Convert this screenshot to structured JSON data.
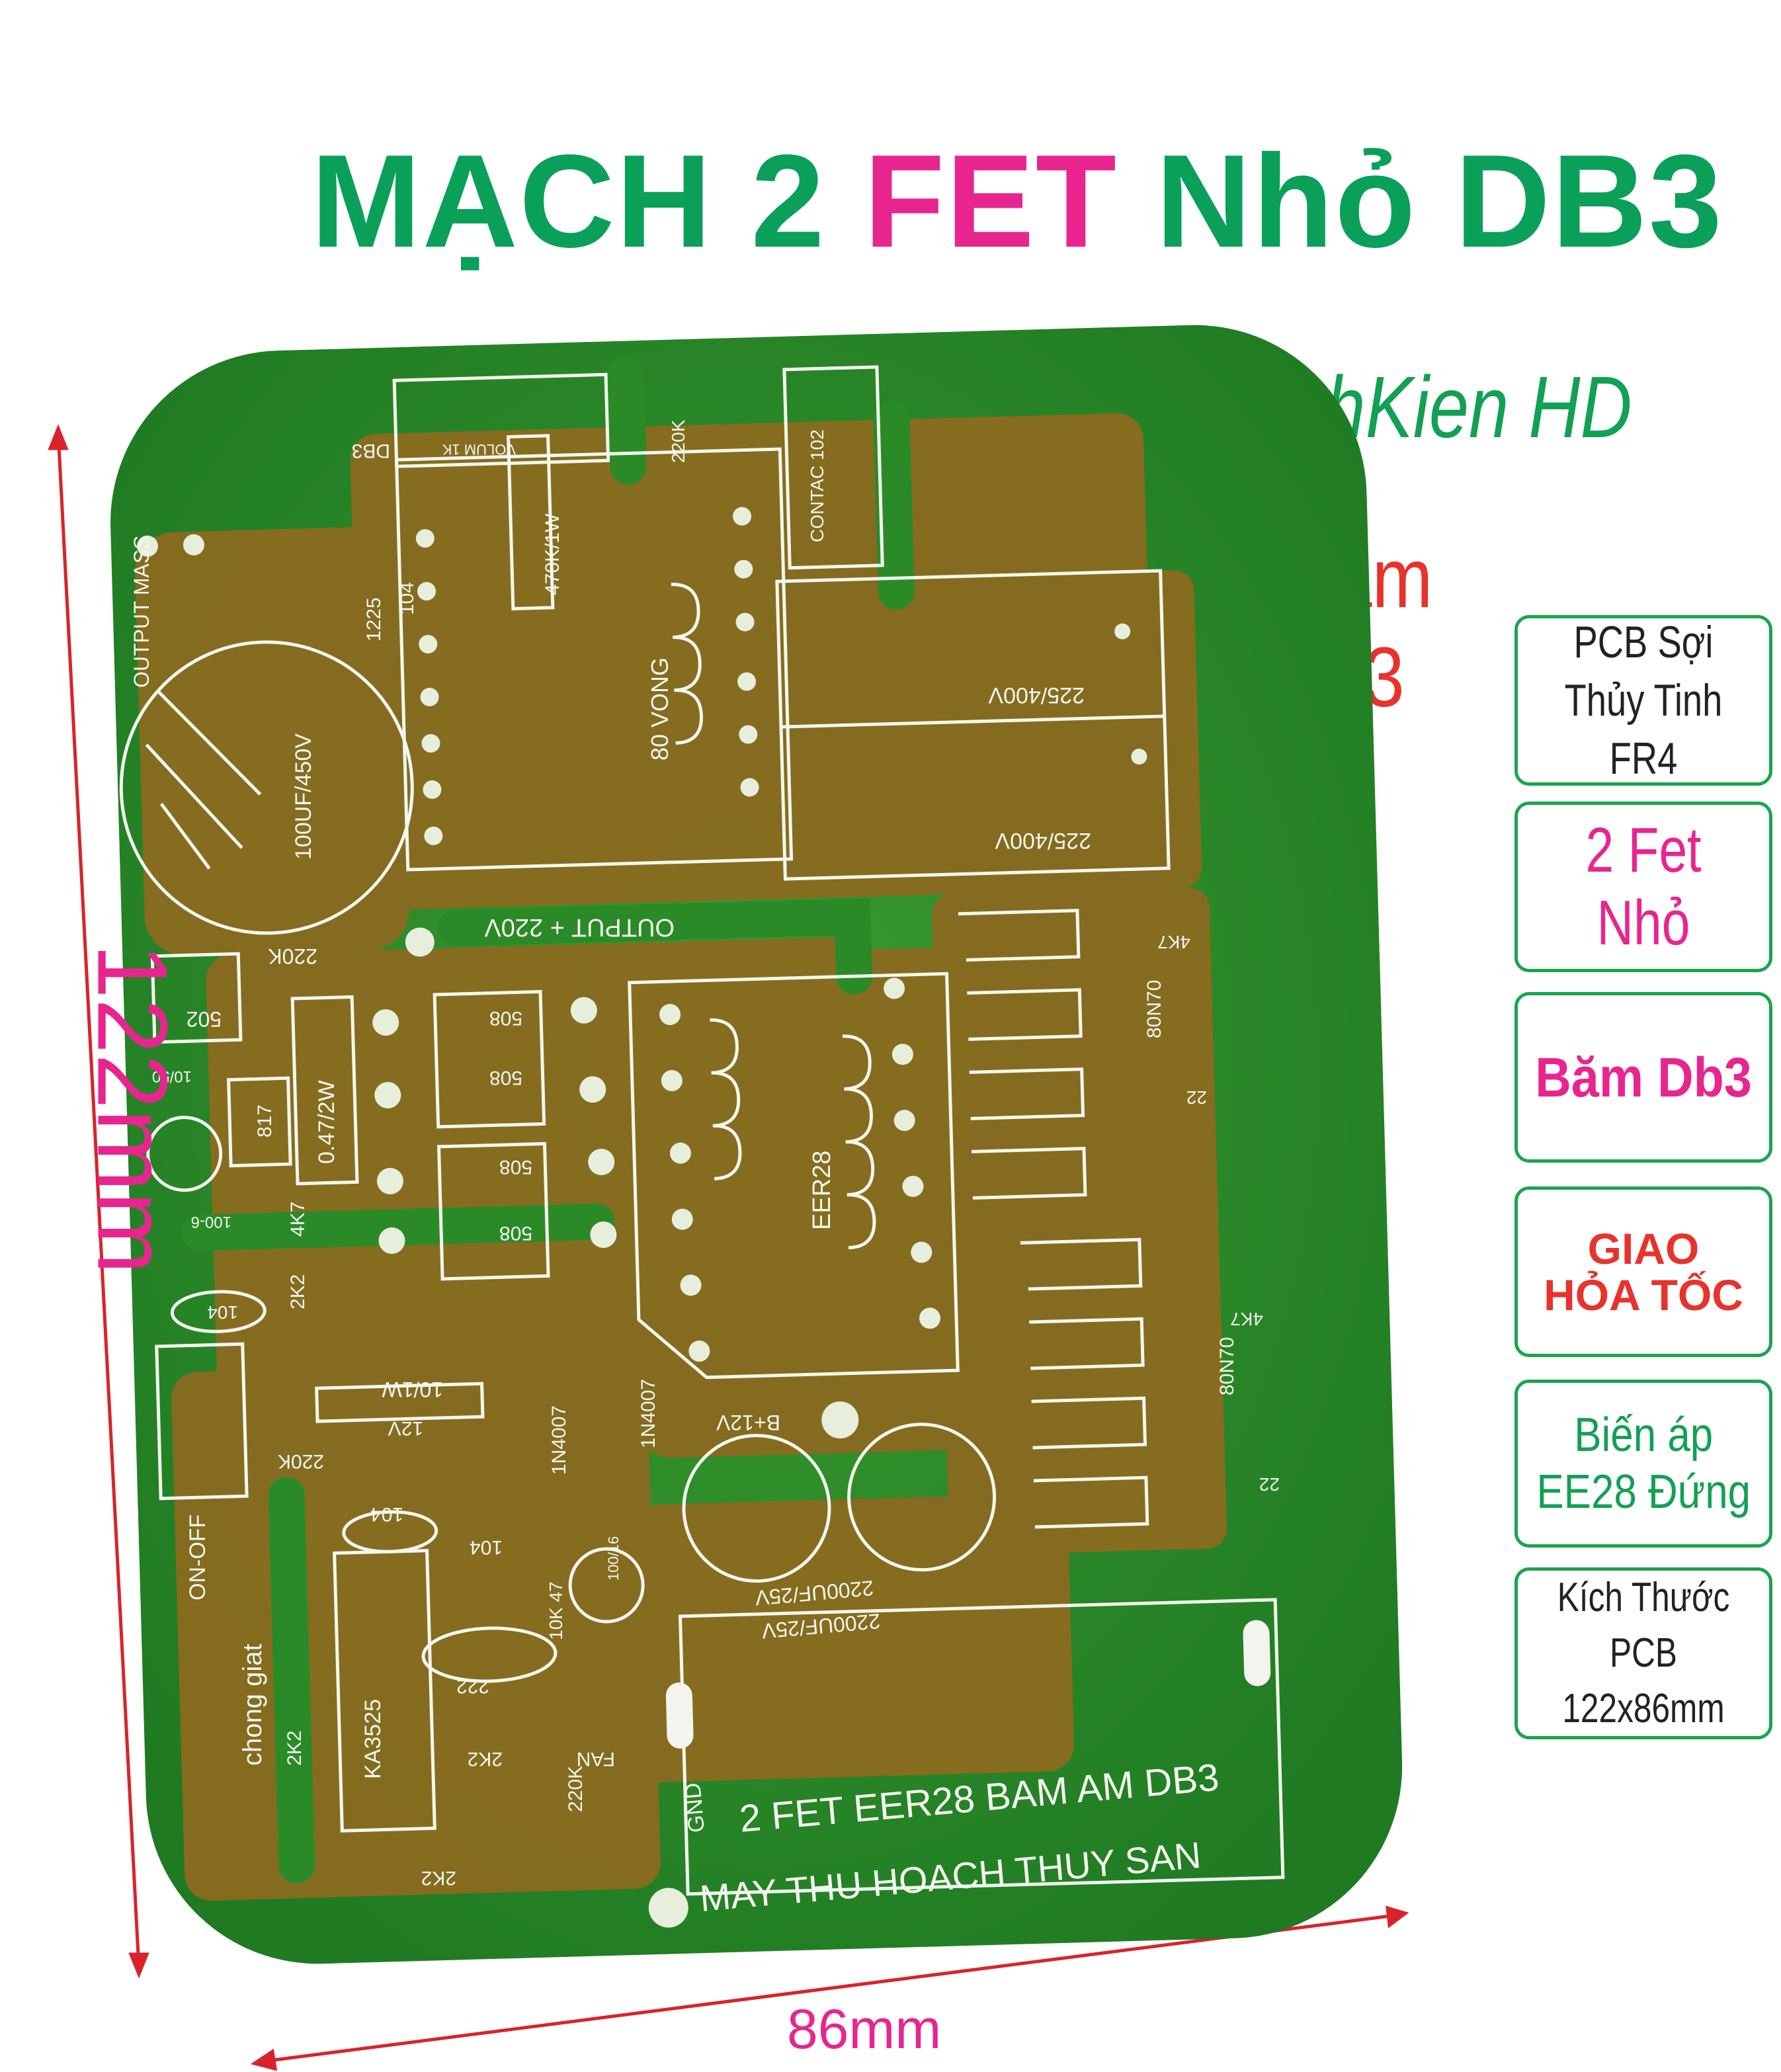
{
  "title": {
    "part1": "MẠCH 2 ",
    "part2": "FET",
    "part3": " Nhỏ DB3"
  },
  "brand": "LinhKien HD",
  "tagline": {
    "line1": "Băm",
    "line2": "db3"
  },
  "feature_boxes": [
    {
      "text": "PCB  Sợi\nThủy Tinh FR4"
    },
    {
      "text": "2 Fet Nhỏ"
    },
    {
      "text": "Băm Db3"
    },
    {
      "text": "GIAO\nHỎA TỐC"
    },
    {
      "text": "Biến áp\nEE28 Đứng"
    },
    {
      "text": "Kích Thước PCB\n122x86mm"
    }
  ],
  "dimensions": {
    "height": "122mm",
    "width": "86mm"
  },
  "pcb": {
    "board_label_1": "2 FET EER28 BAM AM DB3",
    "board_label_2": "MAY THU HOACH THUY SAN",
    "silk": {
      "output_mass": "OUTPUT MASS",
      "output_220": "OUTPUT + 220V",
      "cap_big": "100UF/450V",
      "res_470k": "470K/1W",
      "coil_80": "80 VONG",
      "contac": "CONTAC 102",
      "cap_225_a": "225/400V",
      "cap_225_b": "225/400V",
      "db3": "DB3",
      "vol": "VOLUM 1K",
      "r220k_top": "220K",
      "c1225": "1225",
      "c104": "104",
      "r220k_mid": "220K",
      "r502": "502",
      "r047": "0.47/2W",
      "opto": "817",
      "d508_1": "508",
      "d508_2": "508",
      "d508_3": "508",
      "d508_4": "508",
      "eer28": "EER28",
      "r4k7_a": "4K7",
      "r4k7_b": "4K7",
      "r4k7_c": "4K7",
      "fet1": "80N70",
      "fet2": "80N70",
      "r22_a": "22",
      "r22_b": "22",
      "c10_50": "10/50",
      "c100_6": "100-6",
      "c104_b": "104",
      "r2k2": "2K2",
      "r10_1w": "10/1W",
      "z12v": "12V",
      "d1n4007_a": "1N4007",
      "d1n4007_b": "1N4007",
      "b12v": "B+12V",
      "c2200_a": "2200UF/25V",
      "c2200_b": "2200UF/25V",
      "r220k_b": "220K",
      "c104_c": "104",
      "c104_d": "104",
      "on_off": "ON-OFF",
      "chong_giat": "chong giat",
      "r2k2_b": "2K2",
      "ic": "KA3525",
      "c10_16": "100/16",
      "c10k47": "10K 47",
      "c222": "222",
      "r2k2_c": "2K2",
      "r2k2_d": "2K2",
      "fan": "FAN",
      "r220k_c": "220K",
      "gnd": "GND"
    }
  },
  "colors": {
    "title_green": "#0aa05a",
    "title_pink": "#e8258f",
    "accent_red": "#e8322c",
    "box_border": "#1ba44f",
    "pcb_green": "#2f8f2a",
    "pcb_copper": "#8a6a1f",
    "silk": "#f3f6ee",
    "dimension_line": "#d9232b"
  }
}
